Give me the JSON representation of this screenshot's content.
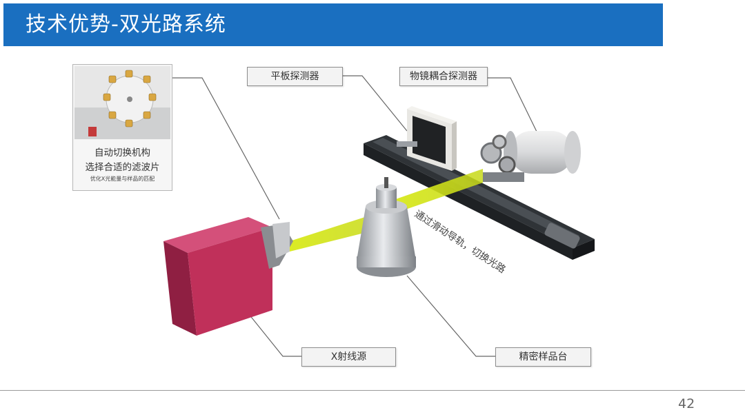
{
  "title": "技术优势-双光路系统",
  "labels": {
    "flat_detector": "平板探测器",
    "objective_detector": "物镜耦合探测器",
    "xray_source": "X射线源",
    "sample_stage": "精密样品台",
    "rail_note": "通过滑动导轨，切换光路"
  },
  "inset": {
    "line1": "自动切换机构",
    "line2": "选择合适的滤波片",
    "line3": "优化X光能量与样品的匹配"
  },
  "page_number": "42",
  "colors": {
    "title_bar": "#1a6fc0",
    "xray_source": "#c0305a",
    "beam": "#d7e61a"
  }
}
